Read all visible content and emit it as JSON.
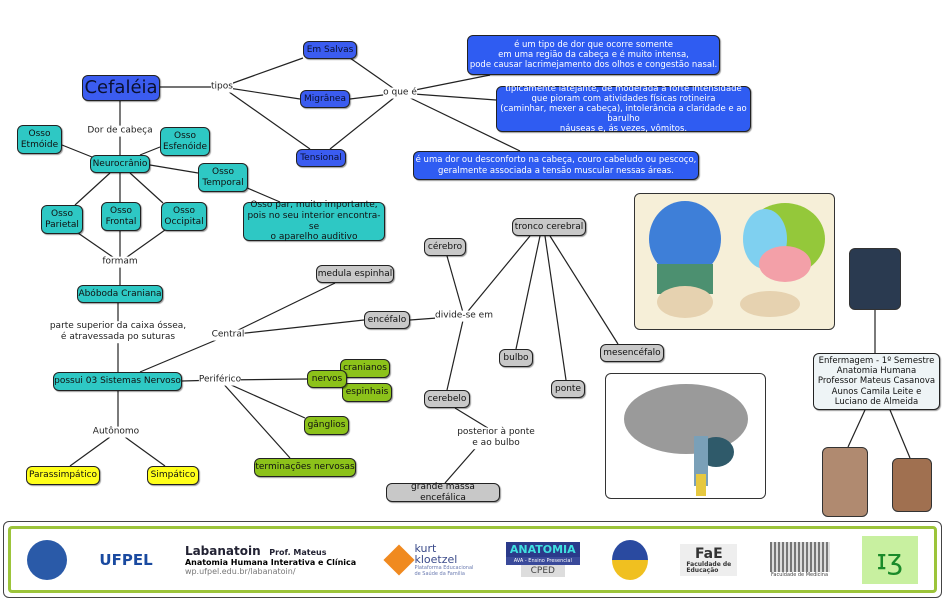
{
  "nodes": {
    "cefaleia": "Cefaléia",
    "em_salvas": "Em Salvas",
    "migranea": "Migrânea",
    "tensional": "Tensional",
    "desc_salvas": "é um tipo de dor que ocorre somente\nem uma região da cabeça e é muito intensa,\npode causar lacrimejamento dos olhos e congestão nasal.",
    "desc_migranea": "tipicamente latejante, de moderada a forte intensidade\nque pioram com atividades físicas rotineira\n(caminhar, mexer a cabeça), intolerância a claridade e ao barulho\nnáuseas e, ás vezes, vômitos.",
    "desc_tensional": "é uma dor ou desconforto na cabeça, couro cabeludo ou pescoço,\ngeralmente associada a tensão muscular nessas áreas.",
    "etmoide": "Osso\nEtmóide",
    "esfenoide": "Osso\nEsfenóide",
    "neurocranio": "Neurocrânio",
    "temporal": "Osso\nTemporal",
    "temporal_desc": "Osso par, muito importante,\npois no seu interior encontra-se\no aparelho auditivo",
    "parietal": "Osso\nParietal",
    "frontal": "Osso\nFrontal",
    "occipital": "Osso\nOccipital",
    "aboboda": "Abóboda Craniana",
    "sistemas": "possui 03 Sistemas Nervoso",
    "parassimpatico": "Parassimpático",
    "simpatico": "Simpático",
    "nervos": "nervos",
    "cranianos": "cranianos",
    "espinhais": "espinhais",
    "ganglios": "gânglios",
    "terminacoes": "terminações nervosas",
    "medula": "medula espinhal",
    "encefalo": "encéfalo",
    "cerebro": "cérebro",
    "tronco": "tronco cerebral",
    "bulbo": "bulbo",
    "ponte": "ponte",
    "mesencefalo": "mesencéfalo",
    "cerebelo": "cerebelo",
    "grande_massa": "grande massa encefálica",
    "info": "Enfermagem - 1º Semestre\nAnatomia Humana\nProfessor Mateus Casanova\nAunos Camila Leite e\nLuciano de Almeida"
  },
  "links": {
    "tipos": "tipos",
    "o_que_e": "o que é",
    "dor_de_cabeca": "Dor de cabeça",
    "formam": "formam",
    "parte_superior": "parte superior da caixa óssea,\né atravessada po suturas",
    "central": "Central",
    "periferico": "Periférico",
    "autonomo": "Autônomo",
    "divide": "divide-se em",
    "posterior": "posterior à ponte\ne ao bulbo"
  },
  "footer": {
    "ufpel": "UFPEL",
    "labanatoin": "Labanatoin",
    "prof": "Prof. Mateus",
    "lab_sub": "Anatomia Humana Interativa e Clínica",
    "lab_url": "wp.ufpel.edu.br/labanatoin/",
    "kurt": "kurt\nkloetzel",
    "kurt_sub": "Plataforma Educacional\nde Saúde da Família",
    "anatomia": "ANATOMIA",
    "ava": "AVA - Ensino Presencial",
    "cped": "CPED",
    "fae": "Faculdade de\nEducação",
    "famed": "Faculdade de Medicina"
  },
  "colors": {
    "blue": "#3b5cf0",
    "teal": "#2ec8c4",
    "gray": "#c8c8c8",
    "green": "#8cc21a",
    "yellow": "#ffff1a",
    "footer_border": "#9cc43a"
  }
}
